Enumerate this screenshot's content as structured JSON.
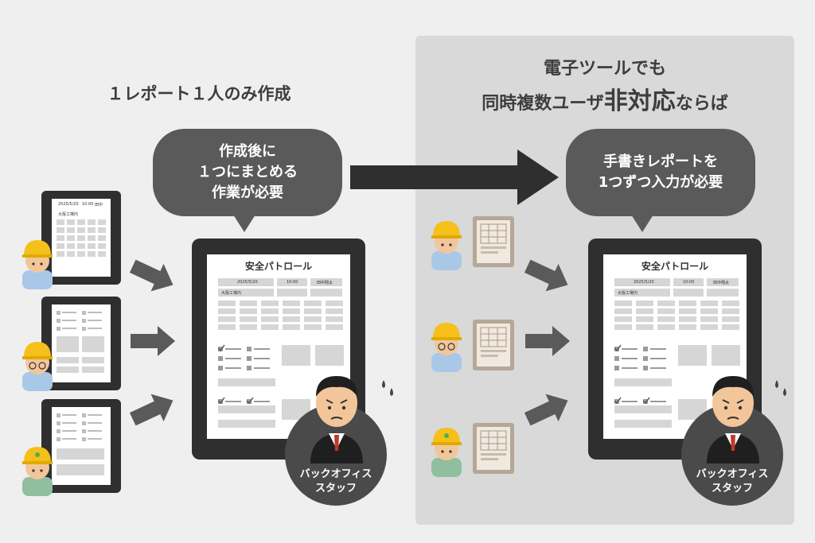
{
  "left_heading": "１レポート１人のみ作成",
  "right_heading": {
    "line1": "電子ツールでも",
    "line2_pre": "同時複数ユーザ",
    "line2_emph": "非対応",
    "line2_post": "ならば"
  },
  "left_bubble": [
    "作成後に",
    "１つにまとめる",
    "作業が必要"
  ],
  "right_bubble": [
    "手書きレポートを",
    "1つずつ入力が必要"
  ],
  "report": {
    "title": "安全パトロール",
    "date": "2025/5/20",
    "time": "10:00",
    "name": "田中翔太",
    "location": "大阪工場内"
  },
  "small_form": {
    "date": "2025/5/20",
    "time": "10:00",
    "name": "田中",
    "location": "大阪工場内"
  },
  "staff_caption": [
    "バックオフィス",
    "スタッフ"
  ],
  "colors": {
    "background": "#efefef",
    "right_panel": "#d9d9d9",
    "bubble": "#5a5a5a",
    "tablet": "#2f2f2f",
    "text_dark": "#3d3d3d",
    "helmet": "#f5c01a",
    "worker_shirt": "#a9c8e8"
  }
}
